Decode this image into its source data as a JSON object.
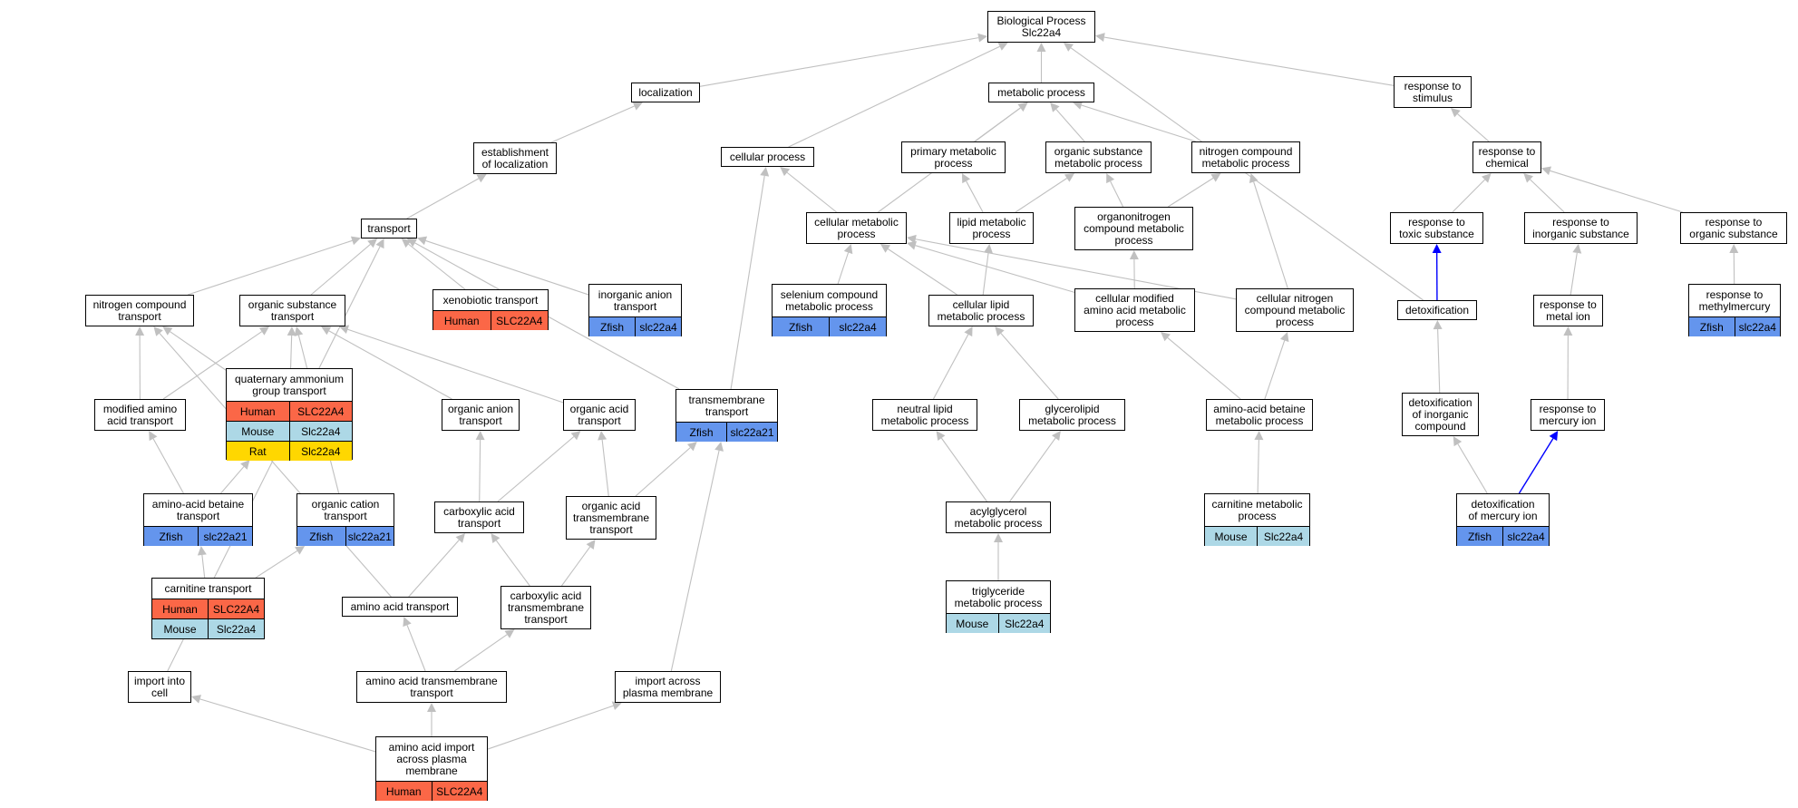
{
  "colors": {
    "Human": "#fb6747",
    "Mouse": "#add8e6",
    "Rat": "#ffd700",
    "Zfish": "#6495ed",
    "edge": "#c0c0c0",
    "edge_highlight": "#0000ff"
  },
  "nodes": [
    {
      "id": "bp",
      "label": "Biological Process\nSlc22a4",
      "genes": []
    },
    {
      "id": "localization",
      "label": "localization",
      "genes": []
    },
    {
      "id": "metabolic",
      "label": "metabolic process",
      "genes": []
    },
    {
      "id": "resp_stim",
      "label": "response to\nstimulus",
      "genes": []
    },
    {
      "id": "est_loc",
      "label": "establishment\nof localization",
      "genes": []
    },
    {
      "id": "cellular",
      "label": "cellular process",
      "genes": []
    },
    {
      "id": "primary_met",
      "label": "primary metabolic\nprocess",
      "genes": []
    },
    {
      "id": "org_sub_met",
      "label": "organic substance\nmetabolic process",
      "genes": []
    },
    {
      "id": "nit_comp_met",
      "label": "nitrogen compound\nmetabolic process",
      "genes": []
    },
    {
      "id": "resp_chem",
      "label": "response to\nchemical",
      "genes": []
    },
    {
      "id": "transport",
      "label": "transport",
      "genes": []
    },
    {
      "id": "cell_met",
      "label": "cellular metabolic\nprocess",
      "genes": []
    },
    {
      "id": "lipid_met",
      "label": "lipid metabolic\nprocess",
      "genes": []
    },
    {
      "id": "organonitrogen",
      "label": "organonitrogen\ncompound metabolic\nprocess",
      "genes": []
    },
    {
      "id": "resp_toxic",
      "label": "response to\ntoxic substance",
      "genes": []
    },
    {
      "id": "resp_inorg",
      "label": "response to\ninorganic substance",
      "genes": []
    },
    {
      "id": "resp_organic",
      "label": "response to\norganic substance",
      "genes": []
    },
    {
      "id": "nit_comp_transport",
      "label": "nitrogen compound\ntransport",
      "genes": []
    },
    {
      "id": "org_sub_transport",
      "label": "organic substance\ntransport",
      "genes": []
    },
    {
      "id": "xenobiotic",
      "label": "xenobiotic transport",
      "genes": [
        {
          "species": "Human",
          "gene": "SLC22A4"
        }
      ]
    },
    {
      "id": "inorg_anion",
      "label": "inorganic anion\ntransport",
      "genes": [
        {
          "species": "Zfish",
          "gene": "slc22a4"
        }
      ]
    },
    {
      "id": "selenium",
      "label": "selenium compound\nmetabolic process",
      "genes": [
        {
          "species": "Zfish",
          "gene": "slc22a4"
        }
      ]
    },
    {
      "id": "cell_lipid",
      "label": "cellular lipid\nmetabolic process",
      "genes": []
    },
    {
      "id": "cell_mod_aa",
      "label": "cellular modified\namino acid metabolic\nprocess",
      "genes": []
    },
    {
      "id": "cell_nit",
      "label": "cellular nitrogen\ncompound metabolic\nprocess",
      "genes": []
    },
    {
      "id": "detox",
      "label": "detoxification",
      "genes": []
    },
    {
      "id": "resp_metal",
      "label": "response to\nmetal ion",
      "genes": []
    },
    {
      "id": "resp_methylmercury",
      "label": "response to\nmethylmercury",
      "genes": [
        {
          "species": "Zfish",
          "gene": "slc22a4"
        }
      ]
    },
    {
      "id": "quat_amm",
      "label": "quaternary ammonium\ngroup transport",
      "genes": [
        {
          "species": "Human",
          "gene": "SLC22A4"
        },
        {
          "species": "Mouse",
          "gene": "Slc22a4"
        },
        {
          "species": "Rat",
          "gene": "Slc22a4"
        }
      ]
    },
    {
      "id": "mod_aa_transport",
      "label": "modified amino\nacid transport",
      "genes": []
    },
    {
      "id": "org_anion_transport",
      "label": "organic anion\ntransport",
      "genes": []
    },
    {
      "id": "org_acid_transport",
      "label": "organic acid\ntransport",
      "genes": []
    },
    {
      "id": "transmembrane",
      "label": "transmembrane\ntransport",
      "genes": [
        {
          "species": "Zfish",
          "gene": "slc22a21"
        }
      ]
    },
    {
      "id": "neutral_lipid",
      "label": "neutral lipid\nmetabolic process",
      "genes": []
    },
    {
      "id": "glycerolipid",
      "label": "glycerolipid\nmetabolic process",
      "genes": []
    },
    {
      "id": "aa_betaine_met",
      "label": "amino-acid betaine\nmetabolic process",
      "genes": []
    },
    {
      "id": "detox_inorg",
      "label": "detoxification\nof inorganic\ncompound",
      "genes": []
    },
    {
      "id": "resp_mercury",
      "label": "response to\nmercury ion",
      "genes": []
    },
    {
      "id": "aa_betaine_transport",
      "label": "amino-acid betaine\ntransport",
      "genes": [
        {
          "species": "Zfish",
          "gene": "slc22a21"
        }
      ]
    },
    {
      "id": "org_cation_transport",
      "label": "organic cation\ntransport",
      "genes": [
        {
          "species": "Zfish",
          "gene": "slc22a21"
        }
      ]
    },
    {
      "id": "carboxylic_transport",
      "label": "carboxylic acid\ntransport",
      "genes": []
    },
    {
      "id": "org_acid_tm",
      "label": "organic acid\ntransmembrane\ntransport",
      "genes": []
    },
    {
      "id": "acylglycerol",
      "label": "acylglycerol\nmetabolic process",
      "genes": []
    },
    {
      "id": "carnitine_met",
      "label": "carnitine metabolic\nprocess",
      "genes": [
        {
          "species": "Mouse",
          "gene": "Slc22a4"
        }
      ]
    },
    {
      "id": "detox_mercury",
      "label": "detoxification\nof mercury ion",
      "genes": [
        {
          "species": "Zfish",
          "gene": "slc22a4"
        }
      ]
    },
    {
      "id": "carnitine_transport",
      "label": "carnitine transport",
      "genes": [
        {
          "species": "Human",
          "gene": "SLC22A4"
        },
        {
          "species": "Mouse",
          "gene": "Slc22a4"
        }
      ]
    },
    {
      "id": "aa_transport",
      "label": "amino acid transport",
      "genes": []
    },
    {
      "id": "carboxylic_tm",
      "label": "carboxylic acid\ntransmembrane\ntransport",
      "genes": []
    },
    {
      "id": "triglyceride",
      "label": "triglyceride\nmetabolic process",
      "genes": [
        {
          "species": "Mouse",
          "gene": "Slc22a4"
        }
      ]
    },
    {
      "id": "import_cell",
      "label": "import into\ncell",
      "genes": []
    },
    {
      "id": "aa_tm_transport",
      "label": "amino acid transmembrane\ntransport",
      "genes": []
    },
    {
      "id": "import_pm",
      "label": "import across\nplasma membrane",
      "genes": []
    },
    {
      "id": "aa_import_pm",
      "label": "amino acid import\nacross plasma\nmembrane",
      "genes": [
        {
          "species": "Human",
          "gene": "SLC22A4"
        }
      ]
    }
  ],
  "edges": [
    [
      "localization",
      "bp"
    ],
    [
      "metabolic",
      "bp"
    ],
    [
      "resp_stim",
      "bp"
    ],
    [
      "cellular",
      "bp"
    ],
    [
      "detox",
      "bp"
    ],
    [
      "est_loc",
      "localization"
    ],
    [
      "transport",
      "est_loc"
    ],
    [
      "primary_met",
      "metabolic"
    ],
    [
      "org_sub_met",
      "metabolic"
    ],
    [
      "nit_comp_met",
      "metabolic"
    ],
    [
      "cell_met",
      "metabolic"
    ],
    [
      "resp_chem",
      "resp_stim"
    ],
    [
      "resp_toxic",
      "resp_chem"
    ],
    [
      "resp_inorg",
      "resp_chem"
    ],
    [
      "resp_organic",
      "resp_chem"
    ],
    [
      "cell_met",
      "cellular"
    ],
    [
      "transmembrane",
      "cellular"
    ],
    [
      "lipid_met",
      "primary_met"
    ],
    [
      "lipid_met",
      "org_sub_met"
    ],
    [
      "organonitrogen",
      "org_sub_met"
    ],
    [
      "organonitrogen",
      "nit_comp_met"
    ],
    [
      "cell_nit",
      "nit_comp_met"
    ],
    [
      "cell_lipid",
      "lipid_met"
    ],
    [
      "cell_lipid",
      "cell_met"
    ],
    [
      "selenium",
      "cell_met"
    ],
    [
      "cell_mod_aa",
      "cell_met"
    ],
    [
      "cell_nit",
      "cell_met"
    ],
    [
      "cell_mod_aa",
      "organonitrogen"
    ],
    [
      "nit_comp_transport",
      "transport"
    ],
    [
      "org_sub_transport",
      "transport"
    ],
    [
      "xenobiotic",
      "transport"
    ],
    [
      "inorg_anion",
      "transport"
    ],
    [
      "transmembrane",
      "transport"
    ],
    [
      "import_cell",
      "transport"
    ],
    [
      "mod_aa_transport",
      "nit_comp_transport"
    ],
    [
      "quat_amm",
      "nit_comp_transport"
    ],
    [
      "aa_transport",
      "nit_comp_transport"
    ],
    [
      "mod_aa_transport",
      "org_sub_transport"
    ],
    [
      "quat_amm",
      "org_sub_transport"
    ],
    [
      "org_anion_transport",
      "org_sub_transport"
    ],
    [
      "org_acid_transport",
      "org_sub_transport"
    ],
    [
      "org_cation_transport",
      "org_sub_transport"
    ],
    [
      "aa_betaine_transport",
      "mod_aa_transport"
    ],
    [
      "aa_betaine_transport",
      "quat_amm"
    ],
    [
      "carnitine_transport",
      "aa_betaine_transport"
    ],
    [
      "carnitine_transport",
      "org_cation_transport"
    ],
    [
      "carboxylic_transport",
      "org_anion_transport"
    ],
    [
      "carboxylic_transport",
      "org_acid_transport"
    ],
    [
      "org_acid_tm",
      "org_acid_transport"
    ],
    [
      "org_acid_tm",
      "transmembrane"
    ],
    [
      "aa_transport",
      "carboxylic_transport"
    ],
    [
      "carboxylic_tm",
      "carboxylic_transport"
    ],
    [
      "carboxylic_tm",
      "org_acid_tm"
    ],
    [
      "aa_tm_transport",
      "aa_transport"
    ],
    [
      "aa_tm_transport",
      "carboxylic_tm"
    ],
    [
      "import_pm",
      "transmembrane"
    ],
    [
      "aa_import_pm",
      "aa_tm_transport"
    ],
    [
      "aa_import_pm",
      "import_cell"
    ],
    [
      "aa_import_pm",
      "import_pm"
    ],
    [
      "neutral_lipid",
      "cell_lipid"
    ],
    [
      "glycerolipid",
      "cell_lipid"
    ],
    [
      "acylglycerol",
      "neutral_lipid"
    ],
    [
      "acylglycerol",
      "glycerolipid"
    ],
    [
      "triglyceride",
      "acylglycerol"
    ],
    [
      "aa_betaine_met",
      "cell_mod_aa"
    ],
    [
      "aa_betaine_met",
      "cell_nit"
    ],
    [
      "carnitine_met",
      "aa_betaine_met"
    ],
    [
      "detox",
      "resp_toxic"
    ],
    [
      "detox_inorg",
      "detox"
    ],
    [
      "detox_mercury",
      "detox_inorg"
    ],
    [
      "resp_metal",
      "resp_inorg"
    ],
    [
      "resp_mercury",
      "resp_metal"
    ],
    [
      "detox_mercury",
      "resp_mercury"
    ],
    [
      "resp_methylmercury",
      "resp_organic"
    ]
  ],
  "highlight_edges": [
    [
      "detox",
      "resp_toxic"
    ],
    [
      "detox_mercury",
      "resp_mercury"
    ]
  ]
}
